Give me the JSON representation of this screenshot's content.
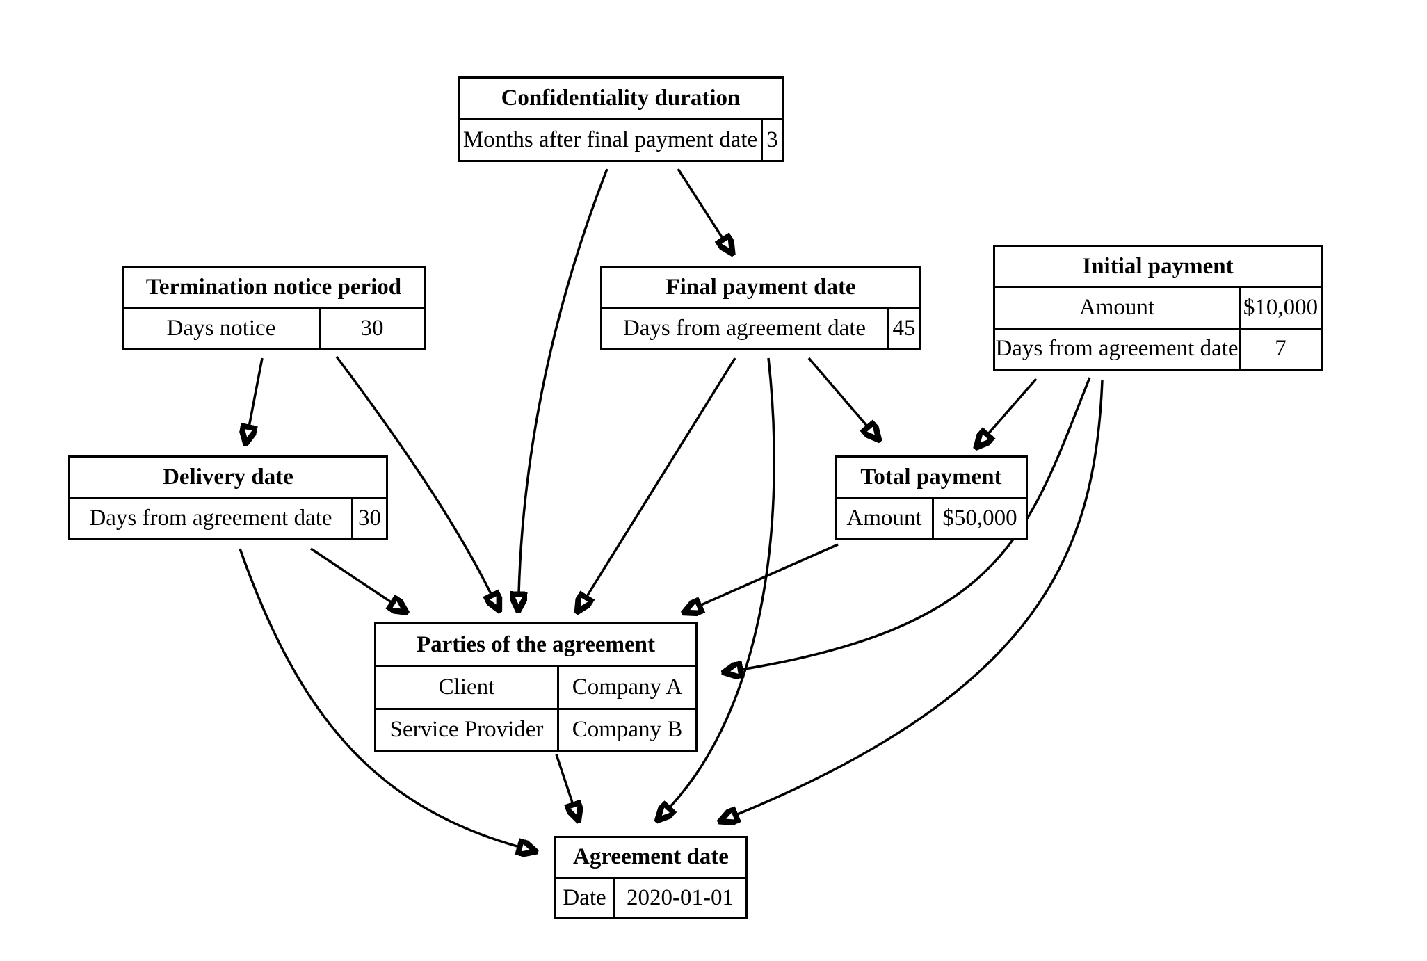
{
  "diagram": {
    "background_color": "#ffffff",
    "stroke_color": "#000000",
    "nodes": [
      {
        "id": "confidentiality_duration",
        "title": "Confidentiality duration",
        "rows": [
          {
            "label": "Months after final payment date",
            "value": "3"
          }
        ]
      },
      {
        "id": "termination_notice_period",
        "title": "Termination notice period",
        "rows": [
          {
            "label": "Days notice",
            "value": "30"
          }
        ]
      },
      {
        "id": "final_payment_date",
        "title": "Final payment date",
        "rows": [
          {
            "label": "Days from agreement date",
            "value": "45"
          }
        ]
      },
      {
        "id": "initial_payment",
        "title": "Initial payment",
        "rows": [
          {
            "label": "Amount",
            "value": "$10,000"
          },
          {
            "label": "Days from agreement date",
            "value": "7"
          }
        ]
      },
      {
        "id": "delivery_date",
        "title": "Delivery date",
        "rows": [
          {
            "label": "Days from agreement date",
            "value": "30"
          }
        ]
      },
      {
        "id": "total_payment",
        "title": "Total payment",
        "rows": [
          {
            "label": "Amount",
            "value": "$50,000"
          }
        ]
      },
      {
        "id": "parties_of_the_agreement",
        "title": "Parties of the agreement",
        "rows": [
          {
            "label": "Client",
            "value": "Company A"
          },
          {
            "label": "Service Provider",
            "value": "Company B"
          }
        ]
      },
      {
        "id": "agreement_date",
        "title": "Agreement date",
        "rows": [
          {
            "label": "Date",
            "value": "2020-01-01"
          }
        ]
      }
    ],
    "edges": [
      {
        "from": "Confidentiality duration",
        "to": "Final payment date"
      },
      {
        "from": "Confidentiality duration",
        "to": "Parties of the agreement"
      },
      {
        "from": "Termination notice period",
        "to": "Delivery date"
      },
      {
        "from": "Termination notice period",
        "to": "Parties of the agreement"
      },
      {
        "from": "Final payment date",
        "to": "Parties of the agreement"
      },
      {
        "from": "Final payment date",
        "to": "Total payment"
      },
      {
        "from": "Final payment date",
        "to": "Agreement date"
      },
      {
        "from": "Initial payment",
        "to": "Total payment"
      },
      {
        "from": "Initial payment",
        "to": "Parties of the agreement"
      },
      {
        "from": "Initial payment",
        "to": "Agreement date"
      },
      {
        "from": "Delivery date",
        "to": "Parties of the agreement"
      },
      {
        "from": "Delivery date",
        "to": "Agreement date"
      },
      {
        "from": "Total payment",
        "to": "Parties of the agreement"
      },
      {
        "from": "Parties of the agreement",
        "to": "Agreement date"
      }
    ]
  }
}
